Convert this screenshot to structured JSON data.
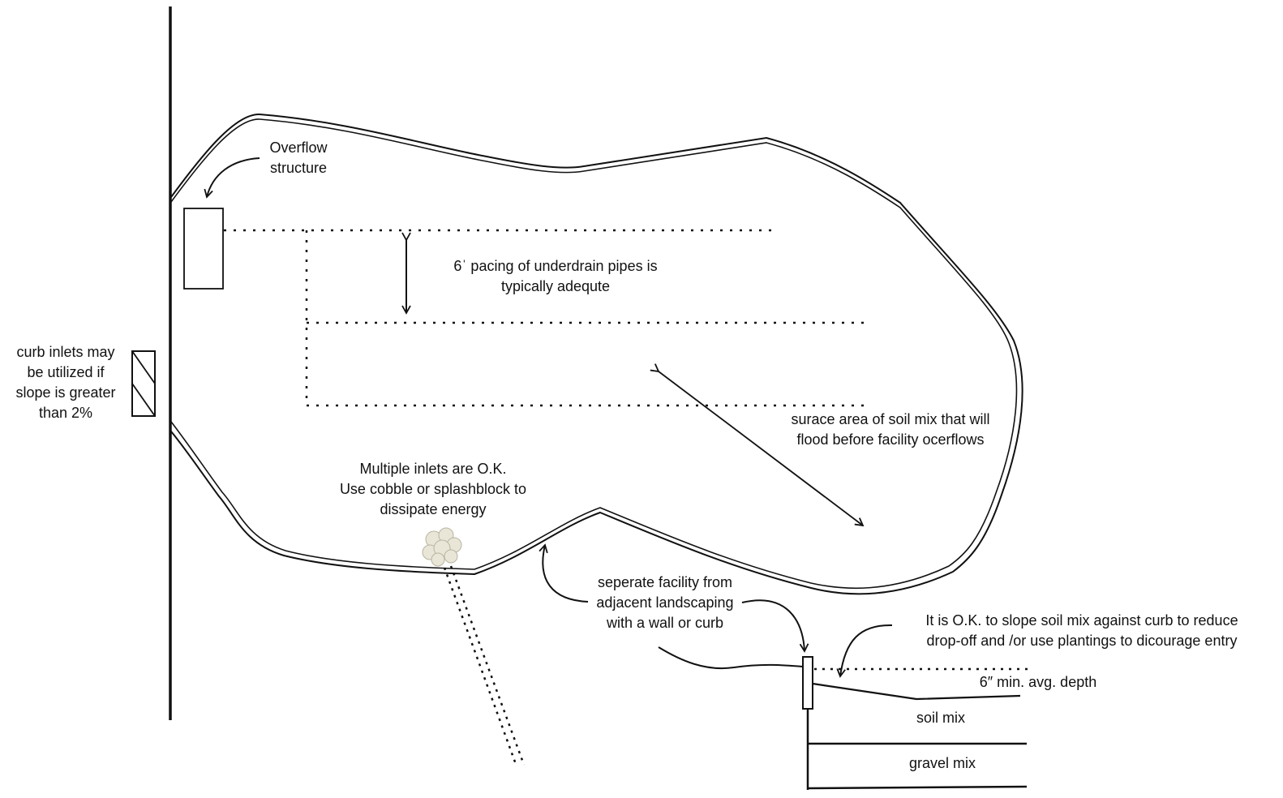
{
  "labels": {
    "overflow_line1": "Overflow",
    "overflow_line2": "structure",
    "spacing_line1": "6ˈ pacing of underdrain pipes is",
    "spacing_line2": "typically adequte",
    "curb_line1": "curb inlets may",
    "curb_line2": "be utilized if",
    "curb_line3": "slope is greater",
    "curb_line4": "than 2%",
    "surface_line1": "surace area of soil mix that will",
    "surface_line2": "flood before facility ocerflows",
    "inlets_line1": "Multiple inlets are O.K.",
    "inlets_line2": "Use cobble or splashblock to",
    "inlets_line3": "dissipate energy",
    "separate_line1": "seperate facility from",
    "separate_line2": "adjacent landscaping",
    "separate_line3": "with a wall or curb",
    "slope_line1": "It is O.K. to slope soil mix against curb to reduce",
    "slope_line2": "drop-off and /or use plantings to dicourage entry",
    "depth": "6″ min. avg. depth",
    "soil_mix": "soil mix",
    "gravel_mix": "gravel mix"
  },
  "colors": {
    "line": "#111111",
    "cobble": "#e9e6d8"
  }
}
